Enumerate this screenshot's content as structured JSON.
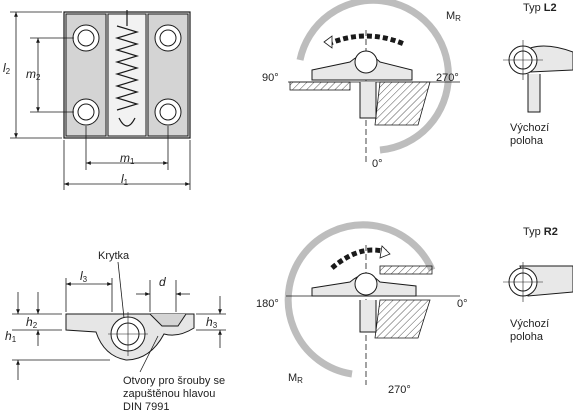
{
  "top_left_view": {
    "dim_l1": "l",
    "dim_l1_sub": "1",
    "dim_m1": "m",
    "dim_m1_sub": "1",
    "dim_l2": "l",
    "dim_l2_sub": "2",
    "dim_m2": "m",
    "dim_m2_sub": "2"
  },
  "top_rotation": {
    "mr": "M",
    "mr_sub": "R",
    "angle_left": "90°",
    "angle_right": "270°",
    "angle_bottom": "0°"
  },
  "type_l2": {
    "prefix": "Typ ",
    "code": "L2",
    "caption_line1": "Výchozí",
    "caption_line2": "poloha"
  },
  "bottom_left_view": {
    "cover_label": "Krytka",
    "dim_l3": "l",
    "dim_l3_sub": "3",
    "dim_d": "d",
    "dim_h1": "h",
    "dim_h1_sub": "1",
    "dim_h2": "h",
    "dim_h2_sub": "2",
    "dim_h3": "h",
    "dim_h3_sub": "3",
    "note_line1": "Otvory pro šrouby se",
    "note_line2": "zapuštěnou hlavou",
    "note_line3": "DIN 7991"
  },
  "bottom_rotation": {
    "mr": "M",
    "mr_sub": "R",
    "angle_left": "180°",
    "angle_right": "0°",
    "angle_bottom": "270°"
  },
  "type_r2": {
    "prefix": "Typ ",
    "code": "R2",
    "caption_line1": "Výchozí",
    "caption_line2": "poloha"
  },
  "colors": {
    "line": "#1a1a1a",
    "body_fill": "#d9d9d9",
    "arc": "#bdbdbd",
    "hatch": "#555555"
  }
}
